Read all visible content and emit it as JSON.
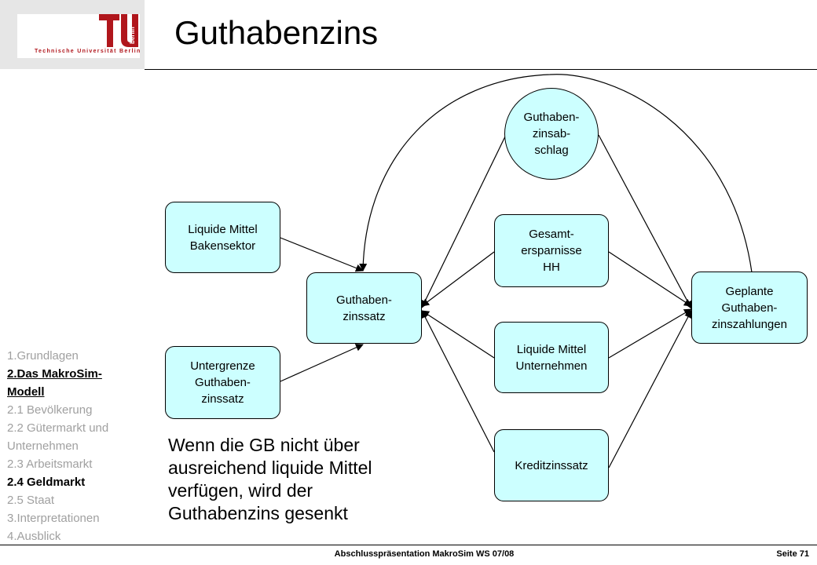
{
  "header": {
    "title": "Guthabenzins",
    "logo_text": "Technische Universität Berlin",
    "logo_mark_text": "berlin"
  },
  "diagram": {
    "nodes": [
      {
        "id": "liquide-mittel-bankensektor",
        "label": "Liquide Mittel\nBakensektor"
      },
      {
        "id": "untergrenze-guthabenzinssatz",
        "label": "Untergrenze\nGuthaben-\nzinssatz"
      },
      {
        "id": "guthabenzinssatz",
        "label": "Guthaben-\nzinssatz"
      },
      {
        "id": "guthabenzinsabschlag",
        "label": "Guthaben-\nzinsab-\nschlag"
      },
      {
        "id": "gesamtersparnisse-hh",
        "label": "Gesamt-\nersparnisse\nHH"
      },
      {
        "id": "liquide-mittel-unternehmen",
        "label": "Liquide Mittel\nUnternehmen"
      },
      {
        "id": "kreditzinssatz",
        "label": "Kreditzinssatz"
      },
      {
        "id": "geplante-guthabenzinszahlungen",
        "label": "Geplante\nGuthaben-\nzinszahlungen"
      }
    ]
  },
  "sidebar": {
    "items": [
      {
        "label": "1.Grundlagen"
      },
      {
        "label": "2.Das MakroSim-"
      },
      {
        "label": "Modell"
      },
      {
        "label": "2.1 Bevölkerung"
      },
      {
        "label": "2.2 Gütermarkt und"
      },
      {
        "label": "Unternehmen"
      },
      {
        "label": "2.3 Arbeitsmarkt"
      },
      {
        "label": "2.4 Geldmarkt"
      },
      {
        "label": "2.5 Staat"
      },
      {
        "label": "3.Interpretationen"
      },
      {
        "label": "4.Ausblick"
      }
    ]
  },
  "note": {
    "text": "Wenn die GB nicht über ausreichend liquide Mittel verfügen, wird der Guthabenzins gesenkt"
  },
  "footer": {
    "center": "Abschlusspräsentation MakroSim WS 07/08",
    "right": "Seite 71"
  },
  "colors": {
    "node_fill": "#ccffff",
    "logo_red": "#b0161c",
    "inactive_text": "#a0a0a0"
  }
}
